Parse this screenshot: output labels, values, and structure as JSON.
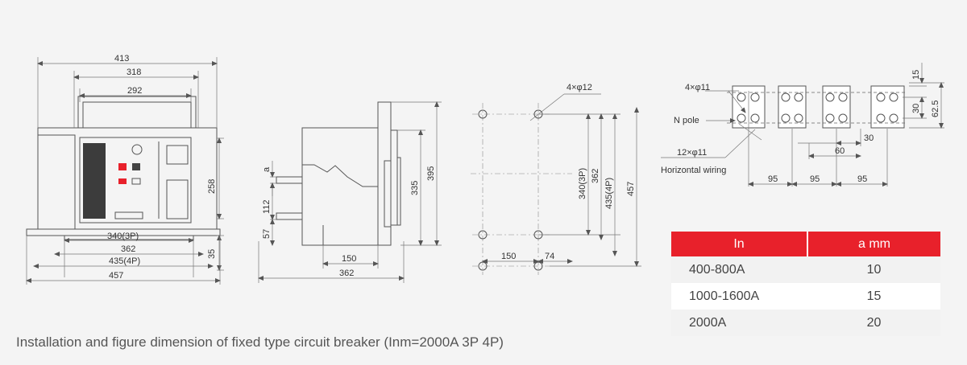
{
  "front_view": {
    "dim_413": "413",
    "dim_318": "318",
    "dim_292": "292",
    "dim_258": "258",
    "dim_340": "340(3P)",
    "dim_362": "362",
    "dim_435": "435(4P)",
    "dim_457": "457",
    "dim_35": "35"
  },
  "side_view": {
    "dim_a": "a",
    "dim_112": "112",
    "dim_57": "57",
    "dim_150": "150",
    "dim_362": "362",
    "dim_335": "335",
    "dim_395": "395"
  },
  "mount_view": {
    "holes": "4×φ12",
    "dim_340": "340(3P)",
    "dim_362": "362",
    "dim_435": "435(4P)",
    "dim_457": "457",
    "dim_150": "150",
    "dim_74": "74"
  },
  "terminal_view": {
    "holes_top": "4×φ11",
    "n_pole": "N pole",
    "holes_horizontal": "12×φ11",
    "horizontal_wiring": "Horizontal wiring",
    "dim_15": "15",
    "dim_30_vert": "30",
    "dim_62_5": "62.5",
    "dim_30_horiz": "30",
    "dim_60": "60",
    "dim_95_a": "95",
    "dim_95_b": "95",
    "dim_95_c": "95"
  },
  "table": {
    "headers": [
      "In",
      "a mm"
    ],
    "rows": [
      {
        "in": "400-800A",
        "a": "10"
      },
      {
        "in": "1000-1600A",
        "a": "15"
      },
      {
        "in": "2000A",
        "a": "20"
      }
    ]
  },
  "caption": "Installation and figure dimension of fixed type circuit breaker (Inm=2000A 3P 4P)",
  "colors": {
    "accent_red": "#e8212b",
    "line": "#555555",
    "background": "#f4f4f4"
  }
}
